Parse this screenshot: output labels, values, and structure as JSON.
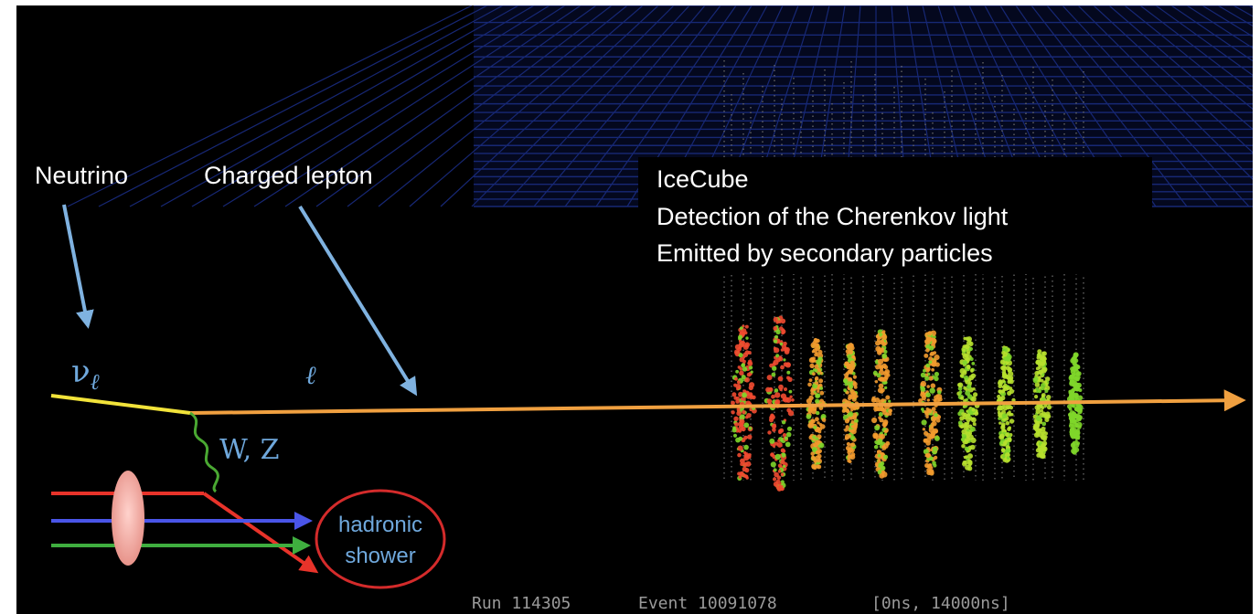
{
  "labels": {
    "neutrino": "Neutrino",
    "charged_lepton": "Charged lepton",
    "nu_symbol": "ν",
    "nu_subscript": "ℓ",
    "lepton_symbol": "ℓ",
    "boson": "W, Z",
    "hadronic_line1": "hadronic",
    "hadronic_line2": "shower"
  },
  "icecube": {
    "title": "IceCube",
    "line1": "Detection of the Cherenkov light",
    "line2": "Emitted by secondary particles"
  },
  "event_info": {
    "run": "Run 114305",
    "event": "Event 10091078",
    "time_window": "[0ns, 14000ns]"
  },
  "colors": {
    "background": "#000000",
    "grid": "#1c2f8a",
    "label_arrow": "#7fb2e0",
    "symbol_text": "#6fa8dc",
    "neutrino_line": "#f2e33a",
    "lepton_track": "#f0a040",
    "boson_wave": "#4aa832",
    "quark_red": "#e8332a",
    "quark_blue": "#4a55e8",
    "quark_green": "#3fae3f",
    "nucleon": "#f2a7a0",
    "shower_circle": "#d42b2b",
    "hit_red": "#ef4a30",
    "hit_orange": "#f29a2e",
    "hit_yellow_green": "#b7e02e",
    "hit_green": "#7fd62a"
  }
}
